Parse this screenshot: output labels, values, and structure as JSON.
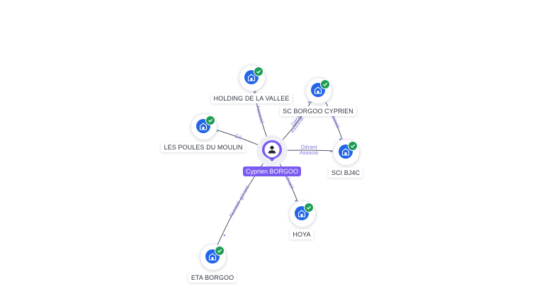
{
  "person": {
    "name": "Cyprien BORGOO",
    "icon": "user-icon",
    "accent_color": "#7a5af0"
  },
  "companies": [
    {
      "key": "holding",
      "name": "HOLDING DE LA VALLEE",
      "icon": "building-icon",
      "verified": true
    },
    {
      "key": "scborgoo",
      "name": "SC BORGOO CYPRIEN",
      "icon": "building-icon",
      "verified": true
    },
    {
      "key": "poules",
      "name": "LES POULES DU MOULIN",
      "icon": "building-icon",
      "verified": true
    },
    {
      "key": "bj4c",
      "name": "SCI BJ4C",
      "icon": "building-icon",
      "verified": true
    },
    {
      "key": "hoya",
      "name": "HOYA",
      "icon": "building-icon",
      "verified": true
    },
    {
      "key": "eta",
      "name": "ETA BORGOO",
      "icon": "building-icon",
      "verified": true
    }
  ],
  "relations": [
    {
      "from": "person",
      "to": "holding",
      "labels": [
        "Associé"
      ]
    },
    {
      "from": "person",
      "to": "scborgoo",
      "labels": [
        "Gérant",
        "Associé"
      ]
    },
    {
      "from": "person",
      "to": "poules",
      "labels": [
        "Gé"
      ]
    },
    {
      "from": "person",
      "to": "bj4c",
      "labels": [
        "Gérant",
        "Associé"
      ]
    },
    {
      "from": "scborgoo",
      "to": "bj4c",
      "labels": [
        "Associé"
      ]
    },
    {
      "from": "person",
      "to": "hoya",
      "labels": [
        "Gérant"
      ]
    },
    {
      "from": "person",
      "to": "eta",
      "labels": [
        "Associé-gérant"
      ]
    }
  ],
  "colors": {
    "company_icon": "#2165e8",
    "verified_badge": "#1f9d55",
    "edge": "#4d5566",
    "edge_label": "#7c74d4"
  }
}
